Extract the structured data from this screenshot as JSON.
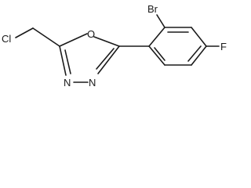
{
  "molecule": {
    "atoms": {
      "cl": "Cl",
      "o": "O",
      "n1": "N",
      "n2": "N",
      "br": "Br",
      "f": "F"
    },
    "colors": {
      "bond": "#1a1a1a",
      "label": "#1a1a1a",
      "background": "#ffffff"
    }
  }
}
